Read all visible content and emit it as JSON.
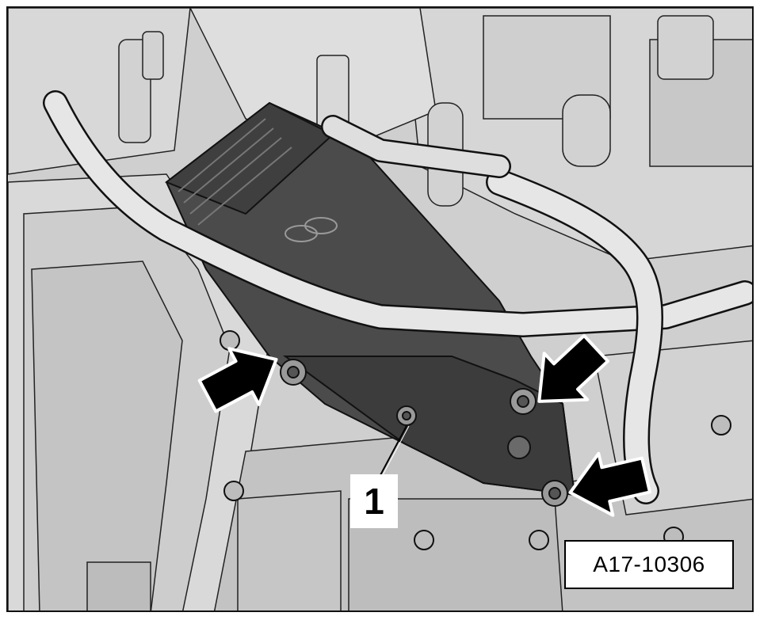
{
  "diagram": {
    "callouts": [
      {
        "label": "1"
      }
    ],
    "figure_id": "A17-10306",
    "arrows": [
      "left-bolt-arrow",
      "upper-right-bolt-arrow",
      "lower-right-bolt-arrow"
    ]
  },
  "colors": {
    "background_metal": "#c9c9c9",
    "oil_filter_housing": "#4b4b4b",
    "hose": "#e6e6e6",
    "arrow": "#000000"
  }
}
